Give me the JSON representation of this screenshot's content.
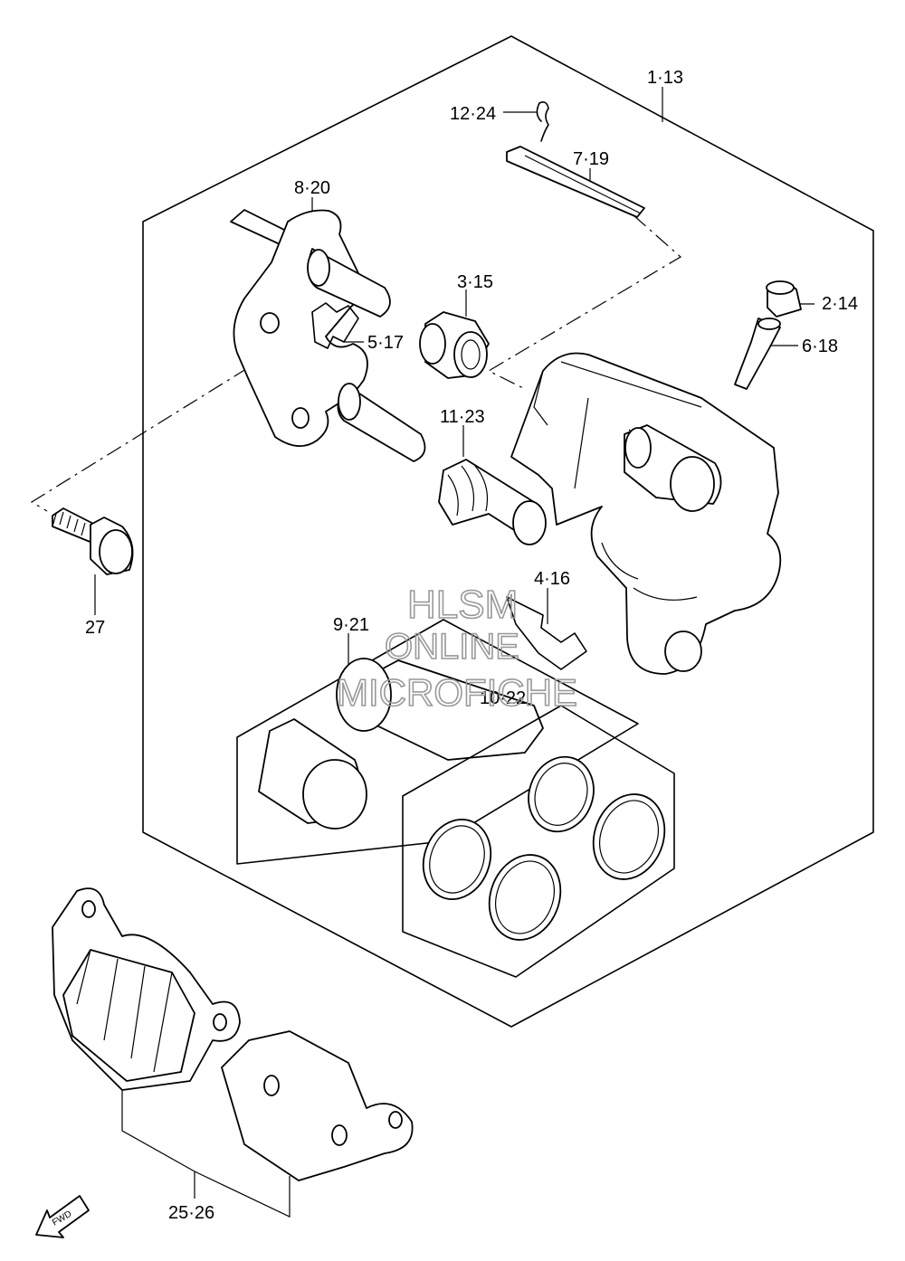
{
  "labels": {
    "p1": "1·13",
    "p2": "2·14",
    "p3": "3·15",
    "p4": "4·16",
    "p5": "5·17",
    "p6": "6·18",
    "p7": "7·19",
    "p8": "8·20",
    "p9": "9·21",
    "p10": "10·22",
    "p11": "11·23",
    "p12": "12·24",
    "p25": "25·26",
    "p27": "27"
  },
  "watermark": {
    "line1": "HLSM",
    "line2": "ONLINE",
    "line3": "MICROFICHE"
  },
  "fwd": "FWD"
}
